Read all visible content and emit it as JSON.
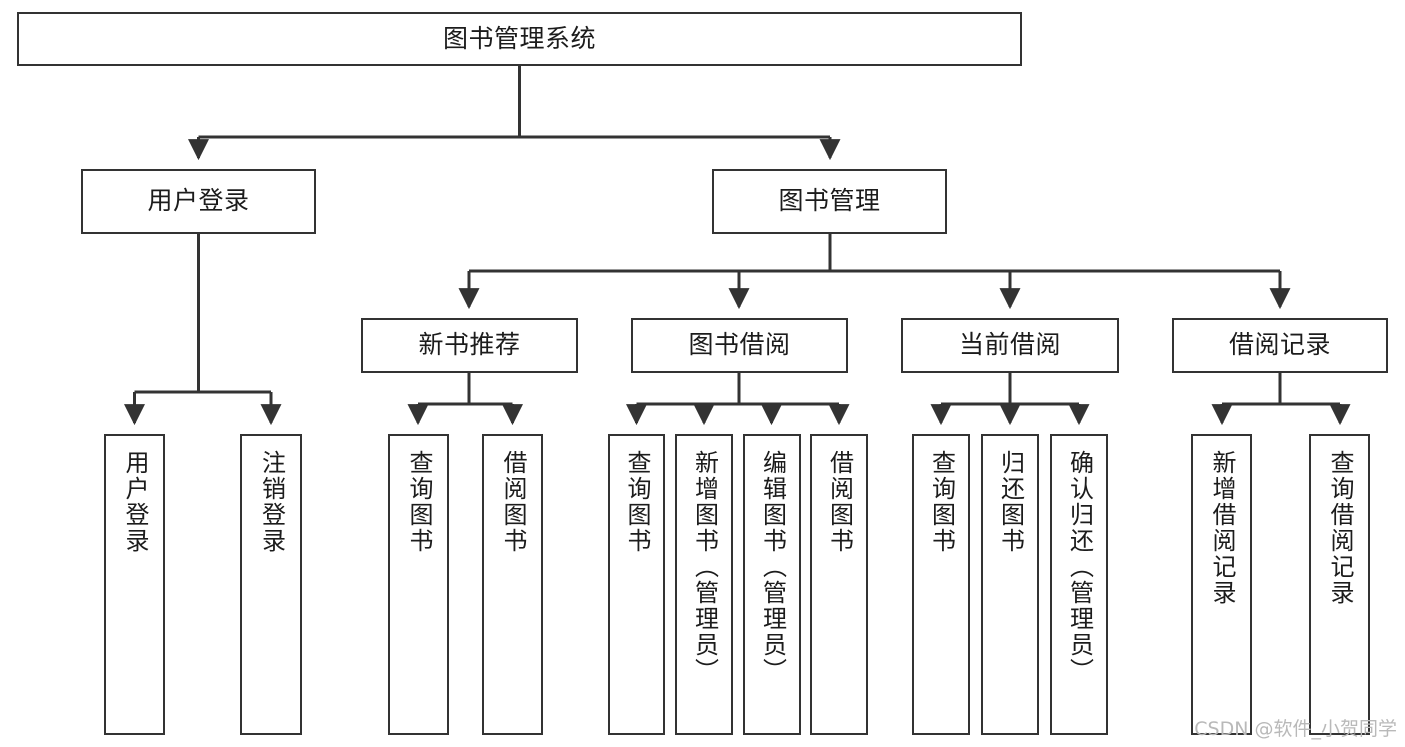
{
  "diagram": {
    "title": "图书管理系统",
    "watermark": "CSDN @软件_小贺同学",
    "level2": [
      {
        "label": "用户登录"
      },
      {
        "label": "图书管理"
      }
    ],
    "level3": [
      {
        "label": "新书推荐"
      },
      {
        "label": "图书借阅"
      },
      {
        "label": "当前借阅"
      },
      {
        "label": "借阅记录"
      }
    ],
    "leaves": {
      "user_login": [
        {
          "label": "用户登录"
        },
        {
          "label": "注销登录"
        }
      ],
      "new_book_recommend": [
        {
          "label": "查询图书"
        },
        {
          "label": "借阅图书"
        }
      ],
      "book_borrow": [
        {
          "label": "查询图书"
        },
        {
          "label": "新增图书（管理员）"
        },
        {
          "label": "编辑图书（管理员）"
        },
        {
          "label": "借阅图书"
        }
      ],
      "current_borrow": [
        {
          "label": "查询图书"
        },
        {
          "label": "归还图书"
        },
        {
          "label": "确认归还（管理员）"
        }
      ],
      "borrow_record": [
        {
          "label": "新增借阅记录"
        },
        {
          "label": "查询借阅记录"
        }
      ]
    }
  }
}
